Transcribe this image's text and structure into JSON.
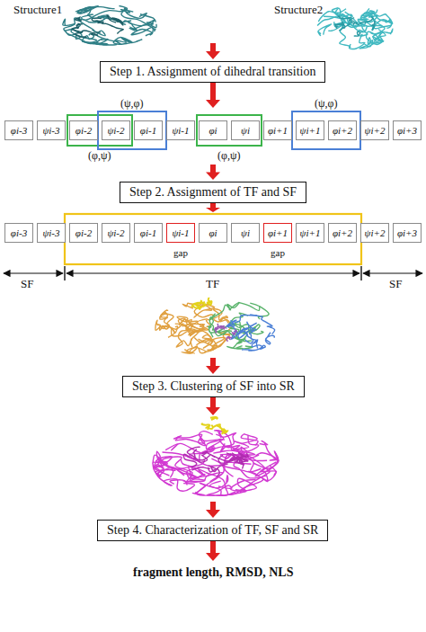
{
  "diagram": {
    "nodes": [
      {
        "text": [
          "Step 1. Assignment of dihedral transition"
        ]
      },
      {
        "text": [
          "φi-3"
        ]
      },
      {
        "text": [
          "ψi-3"
        ]
      },
      {
        "text": [
          "φi-2"
        ]
      },
      {
        "text": [
          "ψi-2"
        ]
      },
      {
        "text": [
          "φi-1"
        ]
      },
      {
        "text": [
          "ψi-1"
        ]
      },
      {
        "text": [
          "φi"
        ]
      },
      {
        "text": [
          "ψi"
        ]
      },
      {
        "text": [
          "φi+1"
        ]
      },
      {
        "text": [
          "ψi+1"
        ]
      },
      {
        "text": [
          "φi+2"
        ]
      },
      {
        "text": [
          "ψi+2"
        ]
      },
      {
        "text": [
          "φi+3"
        ]
      },
      {
        "text": [
          "Step 2. Assignment of TF and SF"
        ]
      },
      {
        "text": [
          "φi-3"
        ]
      },
      {
        "text": [
          "ψi-3"
        ]
      },
      {
        "text": [
          "φi-2"
        ]
      },
      {
        "text": [
          "ψi-2"
        ]
      },
      {
        "text": [
          "φi-1"
        ]
      },
      {
        "text": [
          "ψi-1"
        ]
      },
      {
        "text": [
          "φi"
        ]
      },
      {
        "text": [
          "ψi"
        ]
      },
      {
        "text": [
          "φi+1"
        ]
      },
      {
        "text": [
          "ψi+1"
        ]
      },
      {
        "text": [
          "φi+2"
        ]
      },
      {
        "text": [
          "ψi+2"
        ]
      },
      {
        "text": [
          "φi+3"
        ]
      },
      {
        "text": [
          "Step 3. Clustering of SF into SR"
        ]
      },
      {
        "text": [
          "Step 4. Characterization of TF, SF and SR"
        ]
      }
    ],
    "labels": [
      "Structure1",
      "Structure2",
      "(ψ,φ)",
      "(ψ,φ)",
      "(φ,ψ)",
      "(φ,ψ)",
      "gap",
      "gap",
      "SF",
      "TF",
      "SF",
      "fragment length, RMSD, NLS"
    ]
  }
}
